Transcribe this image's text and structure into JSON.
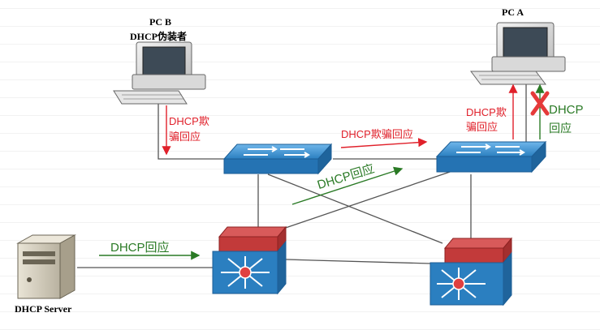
{
  "nodes": {
    "pc_b": {
      "line1": "PC B",
      "line2": "DHCP伪装者"
    },
    "pc_a": {
      "line1": "PC A"
    },
    "server": {
      "label": "DHCP Server"
    }
  },
  "labels": {
    "pc_b_spoof_line1": "DHCP欺",
    "pc_b_spoof_line2": "骗回应",
    "spoof_mid": "DHCP欺骗回应",
    "pc_a_spoof_line1": "DHCP欺",
    "pc_a_spoof_line2": "骗回应",
    "pc_a_reply_line1": "DHCP",
    "pc_a_reply_line2": "回应",
    "reply_diag": "DHCP回应",
    "reply_server": "DHCP回应"
  },
  "colors": {
    "spoof": "#e0202a",
    "reply": "#2a7a25",
    "link": "#555555",
    "switch_blue": "#2b7fc0",
    "router_red": "#c23a3a",
    "block_x": "#e53a3a"
  }
}
